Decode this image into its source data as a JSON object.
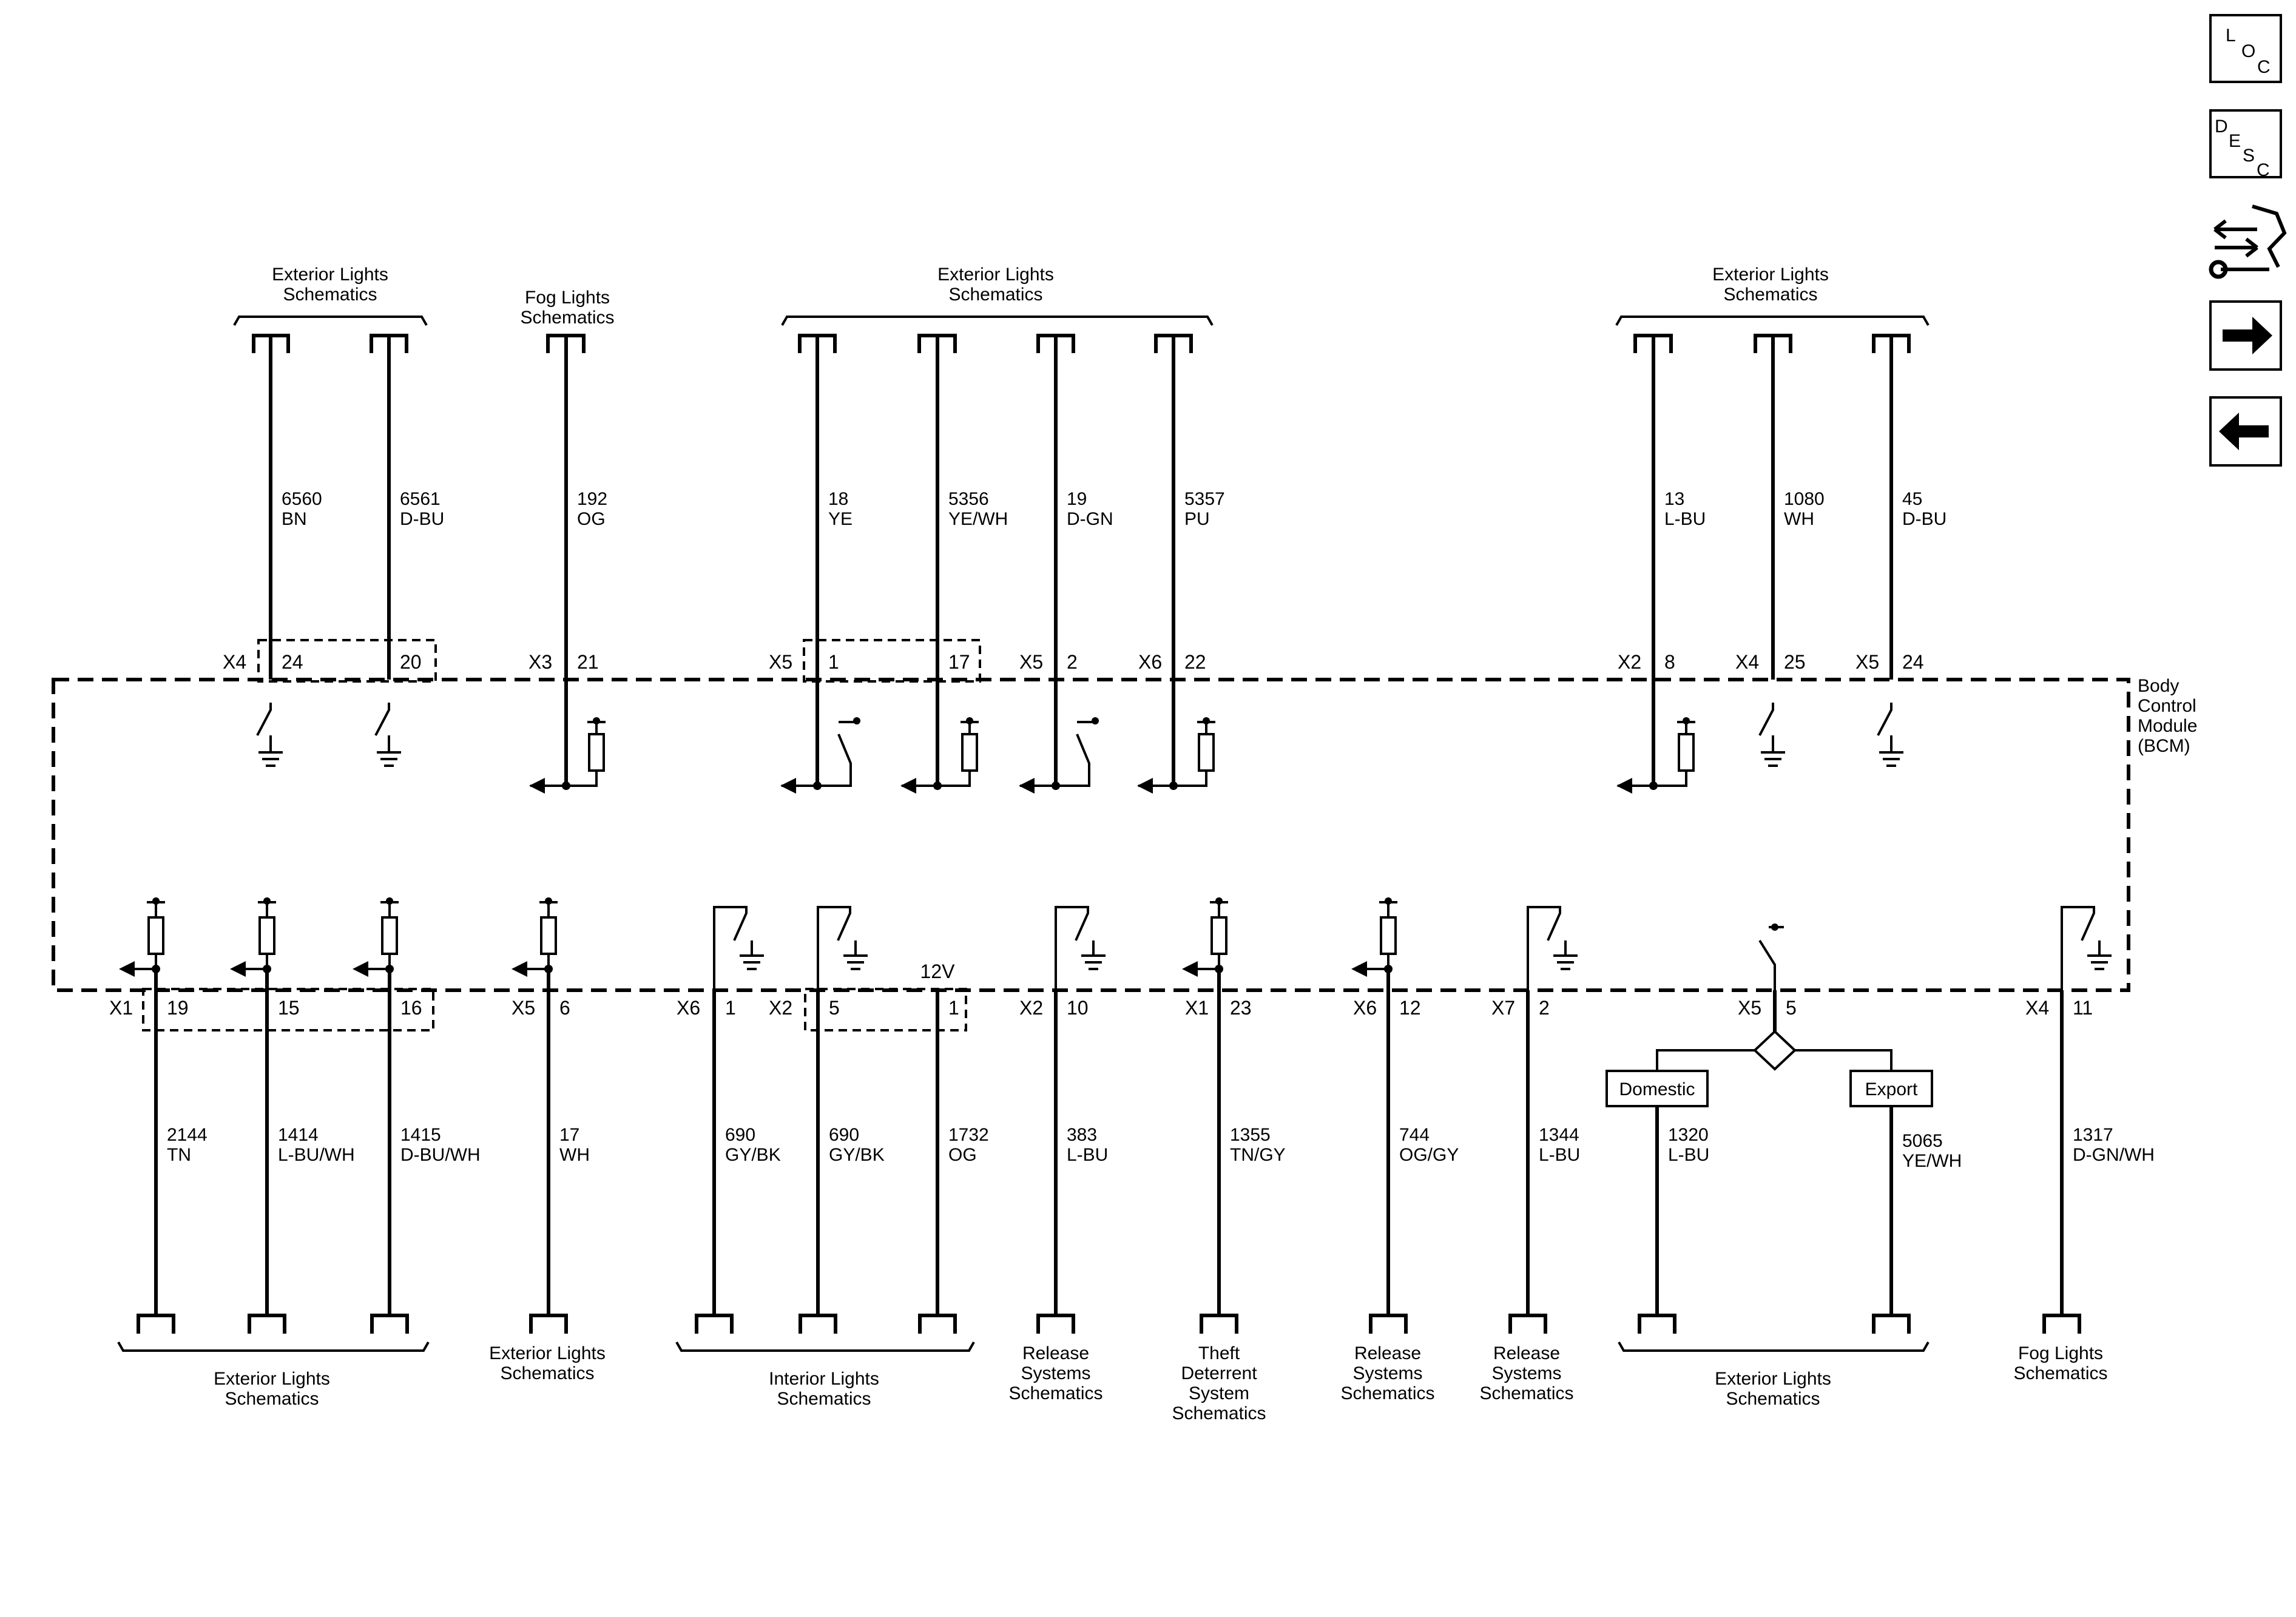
{
  "nav": {
    "loc": [
      "L",
      "O",
      "C"
    ],
    "desc": [
      "D",
      "E",
      "S",
      "C"
    ]
  },
  "module": {
    "name": [
      "Body",
      "Control",
      "Module",
      "(BCM)"
    ]
  },
  "top_groups": [
    {
      "lines": [
        "Exterior Lights",
        "Schematics"
      ]
    },
    {
      "lines": [
        "Fog Lights",
        "Schematics"
      ]
    },
    {
      "lines": [
        "Exterior Lights",
        "Schematics"
      ]
    },
    {
      "lines": [
        "Exterior Lights",
        "Schematics"
      ]
    }
  ],
  "top_wires": [
    {
      "connector": "X4",
      "pin": "24",
      "circuit": "6560",
      "color": "BN"
    },
    {
      "connector": "",
      "pin": "20",
      "circuit": "6561",
      "color": "D-BU"
    },
    {
      "connector": "X3",
      "pin": "21",
      "circuit": "192",
      "color": "OG"
    },
    {
      "connector": "X5",
      "pin": "1",
      "circuit": "18",
      "color": "YE"
    },
    {
      "connector": "",
      "pin": "17",
      "circuit": "5356",
      "color": "YE/WH"
    },
    {
      "connector": "X5",
      "pin": "2",
      "circuit": "19",
      "color": "D-GN"
    },
    {
      "connector": "X6",
      "pin": "22",
      "circuit": "5357",
      "color": "PU"
    },
    {
      "connector": "X2",
      "pin": "8",
      "circuit": "13",
      "color": "L-BU"
    },
    {
      "connector": "X4",
      "pin": "25",
      "circuit": "1080",
      "color": "WH"
    },
    {
      "connector": "X5",
      "pin": "24",
      "circuit": "45",
      "color": "D-BU"
    }
  ],
  "bottom_wires": [
    {
      "connector": "X1",
      "pin": "19",
      "circuit": "2144",
      "color": "TN"
    },
    {
      "connector": "",
      "pin": "15",
      "circuit": "1414",
      "color": "L-BU/WH"
    },
    {
      "connector": "",
      "pin": "16",
      "circuit": "1415",
      "color": "D-BU/WH"
    },
    {
      "connector": "X5",
      "pin": "6",
      "circuit": "17",
      "color": "WH"
    },
    {
      "connector": "X6",
      "pin": "1",
      "circuit": "690",
      "color": "GY/BK"
    },
    {
      "connector": "X2",
      "pin": "5",
      "circuit": "690",
      "color": "GY/BK"
    },
    {
      "connector": "",
      "pin": "1",
      "circuit": "1732",
      "color": "OG"
    },
    {
      "connector": "X2",
      "pin": "10",
      "circuit": "383",
      "color": "L-BU"
    },
    {
      "connector": "X1",
      "pin": "23",
      "circuit": "1355",
      "color": "TN/GY"
    },
    {
      "connector": "X6",
      "pin": "12",
      "circuit": "744",
      "color": "OG/GY"
    },
    {
      "connector": "X7",
      "pin": "2",
      "circuit": "1344",
      "color": "L-BU"
    },
    {
      "connector": "X5",
      "pin": "5",
      "circuit": "1320",
      "color": "L-BU"
    },
    {
      "connector": "",
      "pin": "",
      "circuit": "5065",
      "color": "YE/WH"
    },
    {
      "connector": "X4",
      "pin": "11",
      "circuit": "1317",
      "color": "D-GN/WH"
    }
  ],
  "voltage_label": "12V",
  "options": {
    "domestic": "Domestic",
    "export": "Export"
  },
  "bottom_groups": [
    {
      "lines": [
        "Exterior Lights",
        "Schematics"
      ]
    },
    {
      "lines": [
        "Exterior Lights",
        "Schematics"
      ]
    },
    {
      "lines": [
        "Interior Lights",
        "Schematics"
      ]
    },
    {
      "lines": [
        "Release",
        "Systems",
        "Schematics"
      ]
    },
    {
      "lines": [
        "Theft",
        "Deterrent",
        "System",
        "Schematics"
      ]
    },
    {
      "lines": [
        "Release",
        "Systems",
        "Schematics"
      ]
    },
    {
      "lines": [
        "Release",
        "Systems",
        "Schematics"
      ]
    },
    {
      "lines": [
        "Exterior Lights",
        "Schematics"
      ]
    },
    {
      "lines": [
        "Fog Lights",
        "Schematics"
      ]
    }
  ]
}
